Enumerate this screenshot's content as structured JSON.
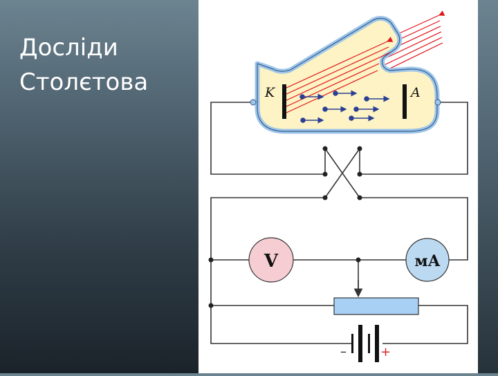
{
  "slide": {
    "title_line1": "Досліди",
    "title_line2": "Столєтова"
  },
  "diagram": {
    "cathode_label": "K",
    "anode_label": "A",
    "voltmeter_label": "V",
    "milliammeter_label": "мА",
    "battery_minus": "–",
    "battery_plus": "+"
  },
  "colors": {
    "tube_fill": "#fdf3c4",
    "tube_border": "#9ec6ea",
    "light_rays": "#e0151a",
    "electrons": "#2b3f93",
    "voltmeter": "#f6cdd2",
    "milliammeter": "#bcd9f2",
    "rheostat": "#a8d0f4",
    "battery_plus_sign": "#e0151a"
  }
}
